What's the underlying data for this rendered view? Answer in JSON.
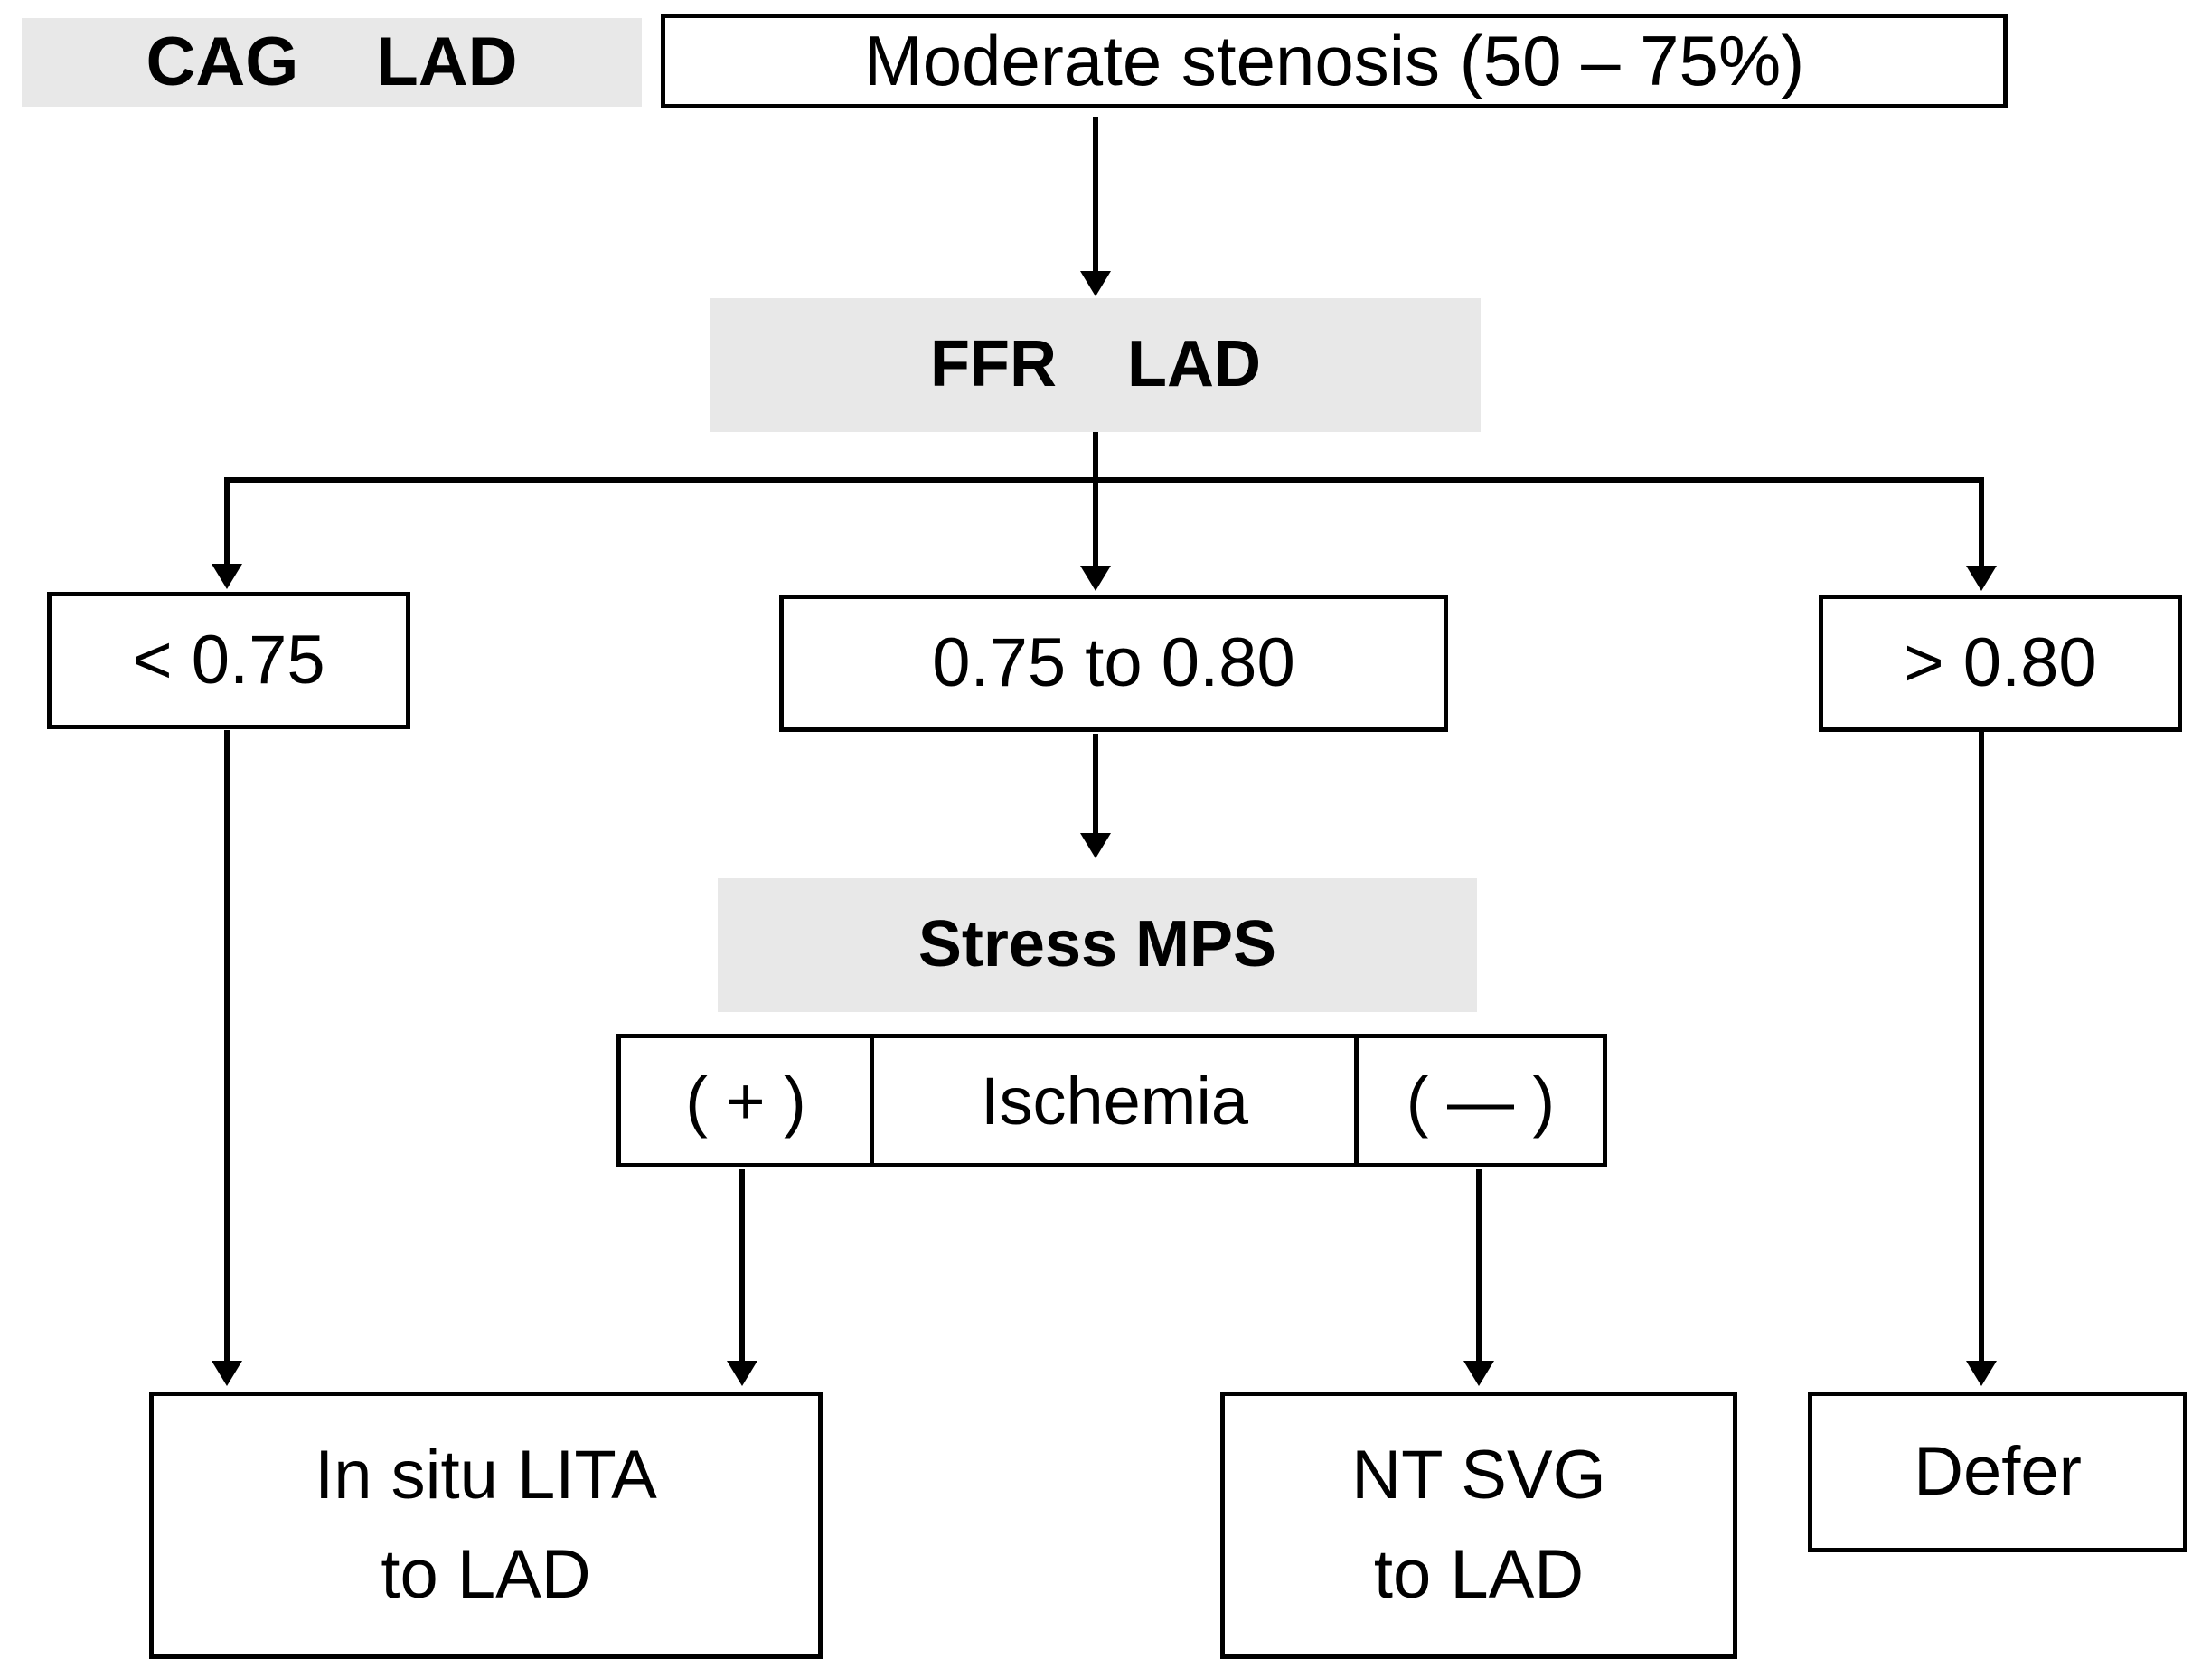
{
  "diagram": {
    "title": "CAG LAD moderate stenosis FFR decision flowchart",
    "colors": {
      "band_fill": "#e8e8e8",
      "box_fill": "#ffffff",
      "stroke": "#000000",
      "background": "#ffffff"
    },
    "nodes": {
      "cag_label_left": "CAG",
      "cag_label_right": "LAD",
      "stenosis": "Moderate stenosis (50 – 75%)",
      "ffr_label_left": "FFR",
      "ffr_label_right": "LAD",
      "ffr_low": "< 0.75",
      "ffr_mid": "0.75 to  0.80",
      "ffr_high": "> 0.80",
      "stress_mps": "Stress MPS",
      "ischemia_positive": "( + )",
      "ischemia_label": "Ischemia",
      "ischemia_negative": "( — )",
      "result_lita_line1": "In situ LITA",
      "result_lita_line2": "to LAD",
      "result_svg_line1": "NT SVG",
      "result_svg_line2": "to LAD",
      "result_defer": "Defer"
    },
    "edges": [
      {
        "from": "stenosis",
        "to": "ffr_label",
        "type": "arrow-down"
      },
      {
        "from": "ffr_label",
        "to": "ffr_low",
        "type": "branch-left"
      },
      {
        "from": "ffr_label",
        "to": "ffr_mid",
        "type": "branch-center"
      },
      {
        "from": "ffr_label",
        "to": "ffr_high",
        "type": "branch-right"
      },
      {
        "from": "ffr_mid",
        "to": "stress_mps",
        "type": "arrow-down"
      },
      {
        "from": "ffr_low",
        "to": "result_lita",
        "type": "arrow-down"
      },
      {
        "from": "ischemia_positive",
        "to": "result_lita",
        "type": "arrow-down"
      },
      {
        "from": "ischemia_negative",
        "to": "result_svg",
        "type": "arrow-down"
      },
      {
        "from": "ffr_high",
        "to": "result_defer",
        "type": "arrow-down"
      }
    ]
  }
}
